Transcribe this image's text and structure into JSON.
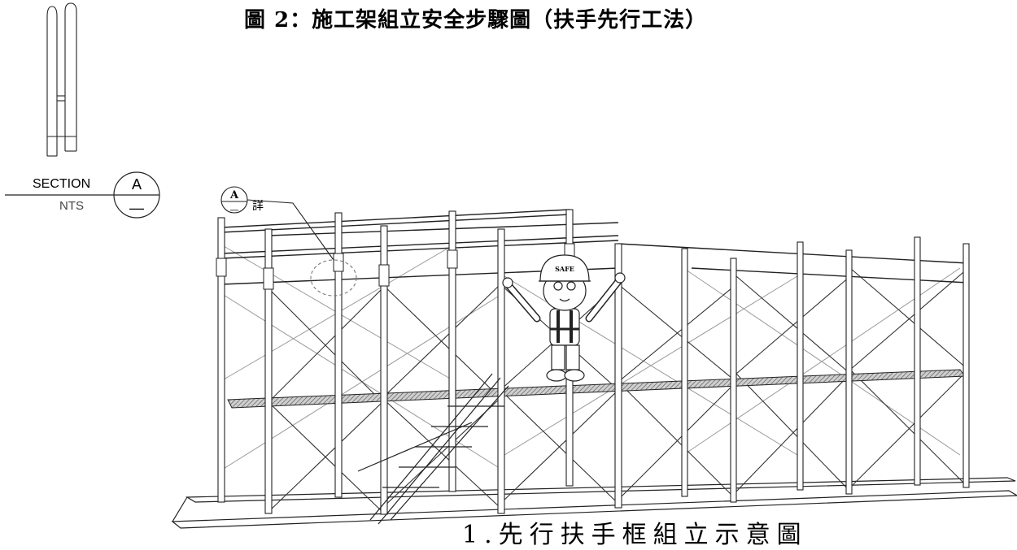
{
  "title": "圖 2：施工架組立安全步驟圖（扶手先行工法）",
  "section_marker": {
    "word": "SECTION",
    "scale": "NTS",
    "letter": "A",
    "sheet": "—"
  },
  "detail_callout": {
    "letter": "A",
    "sheet": "—",
    "label": "詳"
  },
  "helmet_text": "SAFE",
  "caption": "1.先行扶手框組立示意圖"
}
